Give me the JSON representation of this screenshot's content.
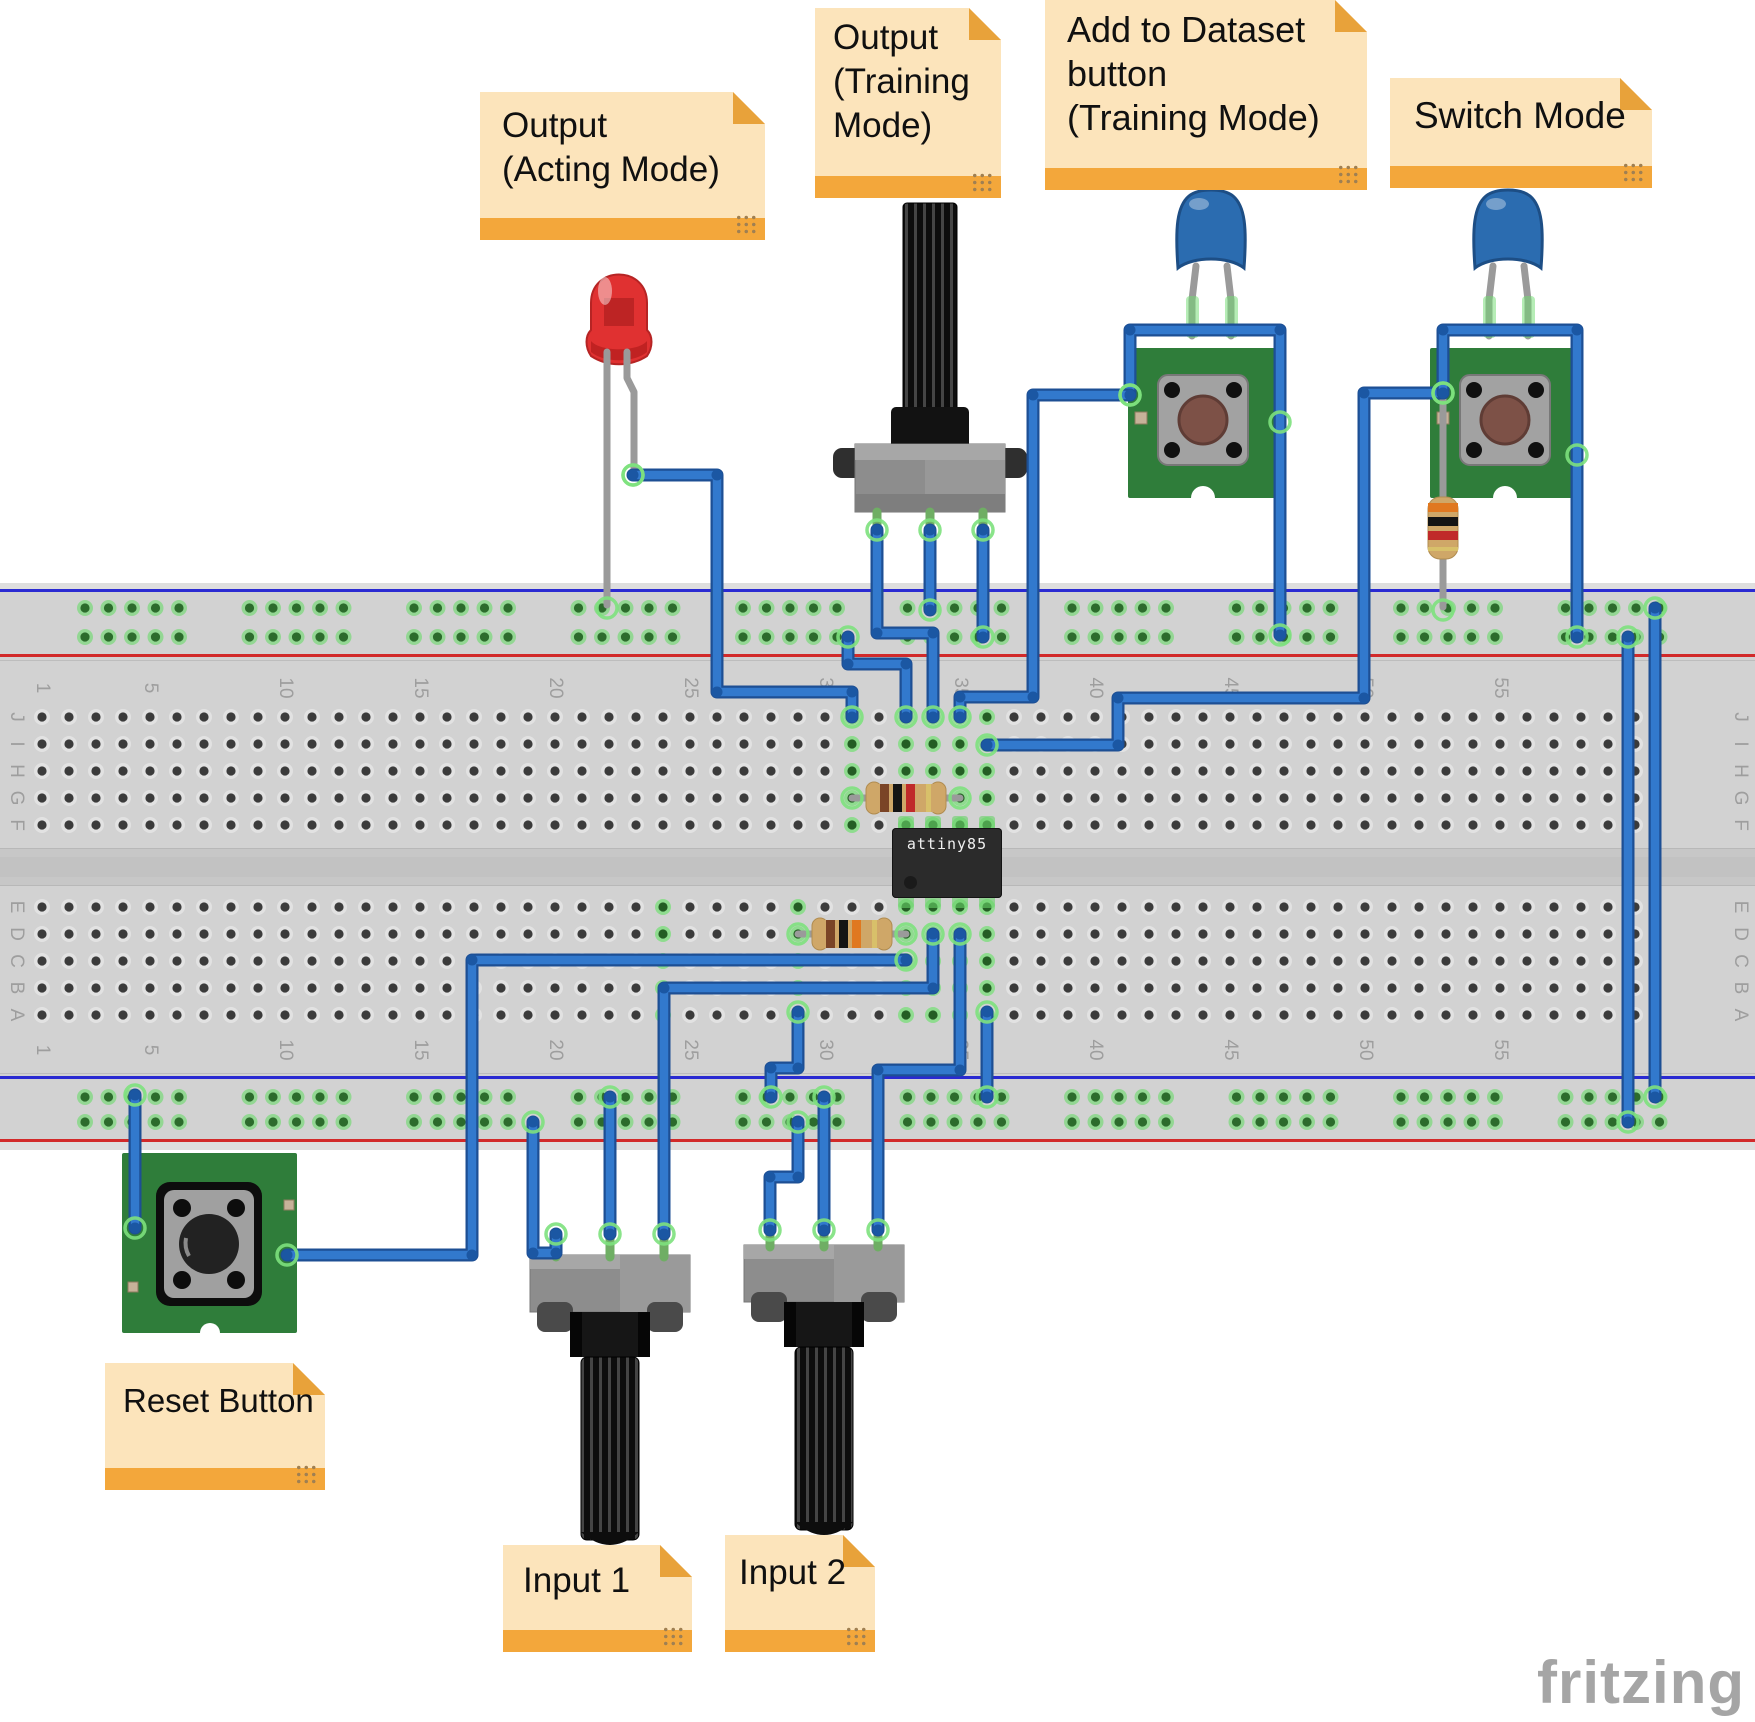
{
  "notes": [
    {
      "id": "output-acting-mode",
      "lines": [
        "Output",
        "(Acting Mode)"
      ]
    },
    {
      "id": "output-training-mode",
      "lines": [
        "Output",
        "(Training",
        "Mode)"
      ]
    },
    {
      "id": "add-to-dataset",
      "lines": [
        "Add to Dataset",
        "button",
        "(Training Mode)"
      ]
    },
    {
      "id": "switch-mode",
      "lines": [
        "Switch Mode"
      ]
    },
    {
      "id": "reset-button",
      "lines": [
        "Reset Button"
      ]
    },
    {
      "id": "input-1",
      "lines": [
        "Input 1"
      ]
    },
    {
      "id": "input-2",
      "lines": [
        "Input 2"
      ]
    }
  ],
  "chip": {
    "label": "attiny85"
  },
  "watermark": "fritzing",
  "breadboard": {
    "row_letters_top": [
      "J",
      "I",
      "H",
      "G",
      "F"
    ],
    "row_letters_bottom": [
      "E",
      "D",
      "C",
      "B",
      "A"
    ],
    "column_numbers": [
      1,
      5,
      10,
      15,
      20,
      25,
      30,
      35,
      40,
      45,
      50,
      55
    ]
  },
  "components": [
    {
      "name": "breadboard"
    },
    {
      "name": "red-led"
    },
    {
      "name": "output-potentiometer"
    },
    {
      "name": "ceramic-capacitor-1"
    },
    {
      "name": "ceramic-capacitor-2"
    },
    {
      "name": "pushbutton-add-to-dataset"
    },
    {
      "name": "pushbutton-switch-mode"
    },
    {
      "name": "resistor-horizontal-1"
    },
    {
      "name": "resistor-horizontal-2"
    },
    {
      "name": "resistor-vertical"
    },
    {
      "name": "attiny85-chip"
    },
    {
      "name": "pushbutton-reset"
    },
    {
      "name": "potentiometer-input-1"
    },
    {
      "name": "potentiometer-input-2"
    }
  ],
  "colors": {
    "note_bg": "#fce4bb",
    "note_strip": "#f3a73b",
    "wire_blue": "#3279cd",
    "wire_blue_dark": "#1d4f94",
    "pcb_green": "#2f7d3a",
    "board_bg": "#d2d2d2",
    "rail_blue_line": "#2a2ad2",
    "rail_red_line": "#d22a2a",
    "hole_green": "#245d24",
    "led_red": "#e03131",
    "cap_blue": "#2b6cb0",
    "resistor_tan": "#cfa768",
    "chip_black": "#2b2b2b",
    "watermark_gray": "#a5a5a5"
  }
}
